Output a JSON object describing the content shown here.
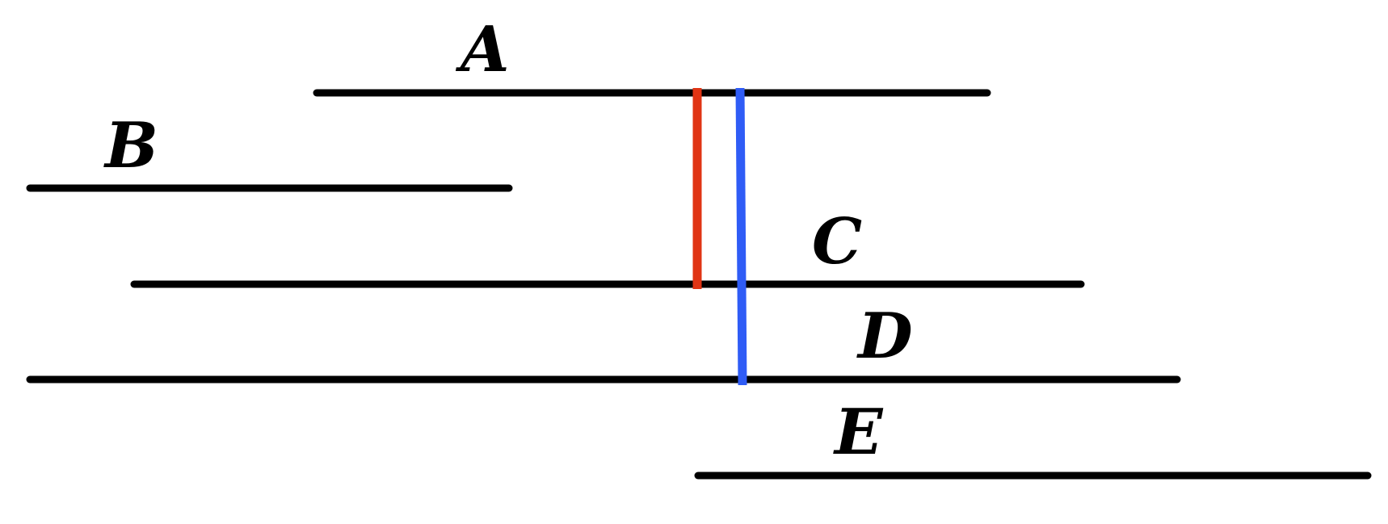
{
  "diagram": {
    "segments": [
      {
        "id": "A",
        "label": "A",
        "color": "#000000"
      },
      {
        "id": "B",
        "label": "B",
        "color": "#000000"
      },
      {
        "id": "C",
        "label": "C",
        "color": "#000000"
      },
      {
        "id": "D",
        "label": "D",
        "color": "#000000"
      },
      {
        "id": "E",
        "label": "E",
        "color": "#000000"
      }
    ],
    "markers": [
      {
        "id": "red",
        "color": "#e03414"
      },
      {
        "id": "blue",
        "color": "#2f5cf6"
      }
    ]
  }
}
